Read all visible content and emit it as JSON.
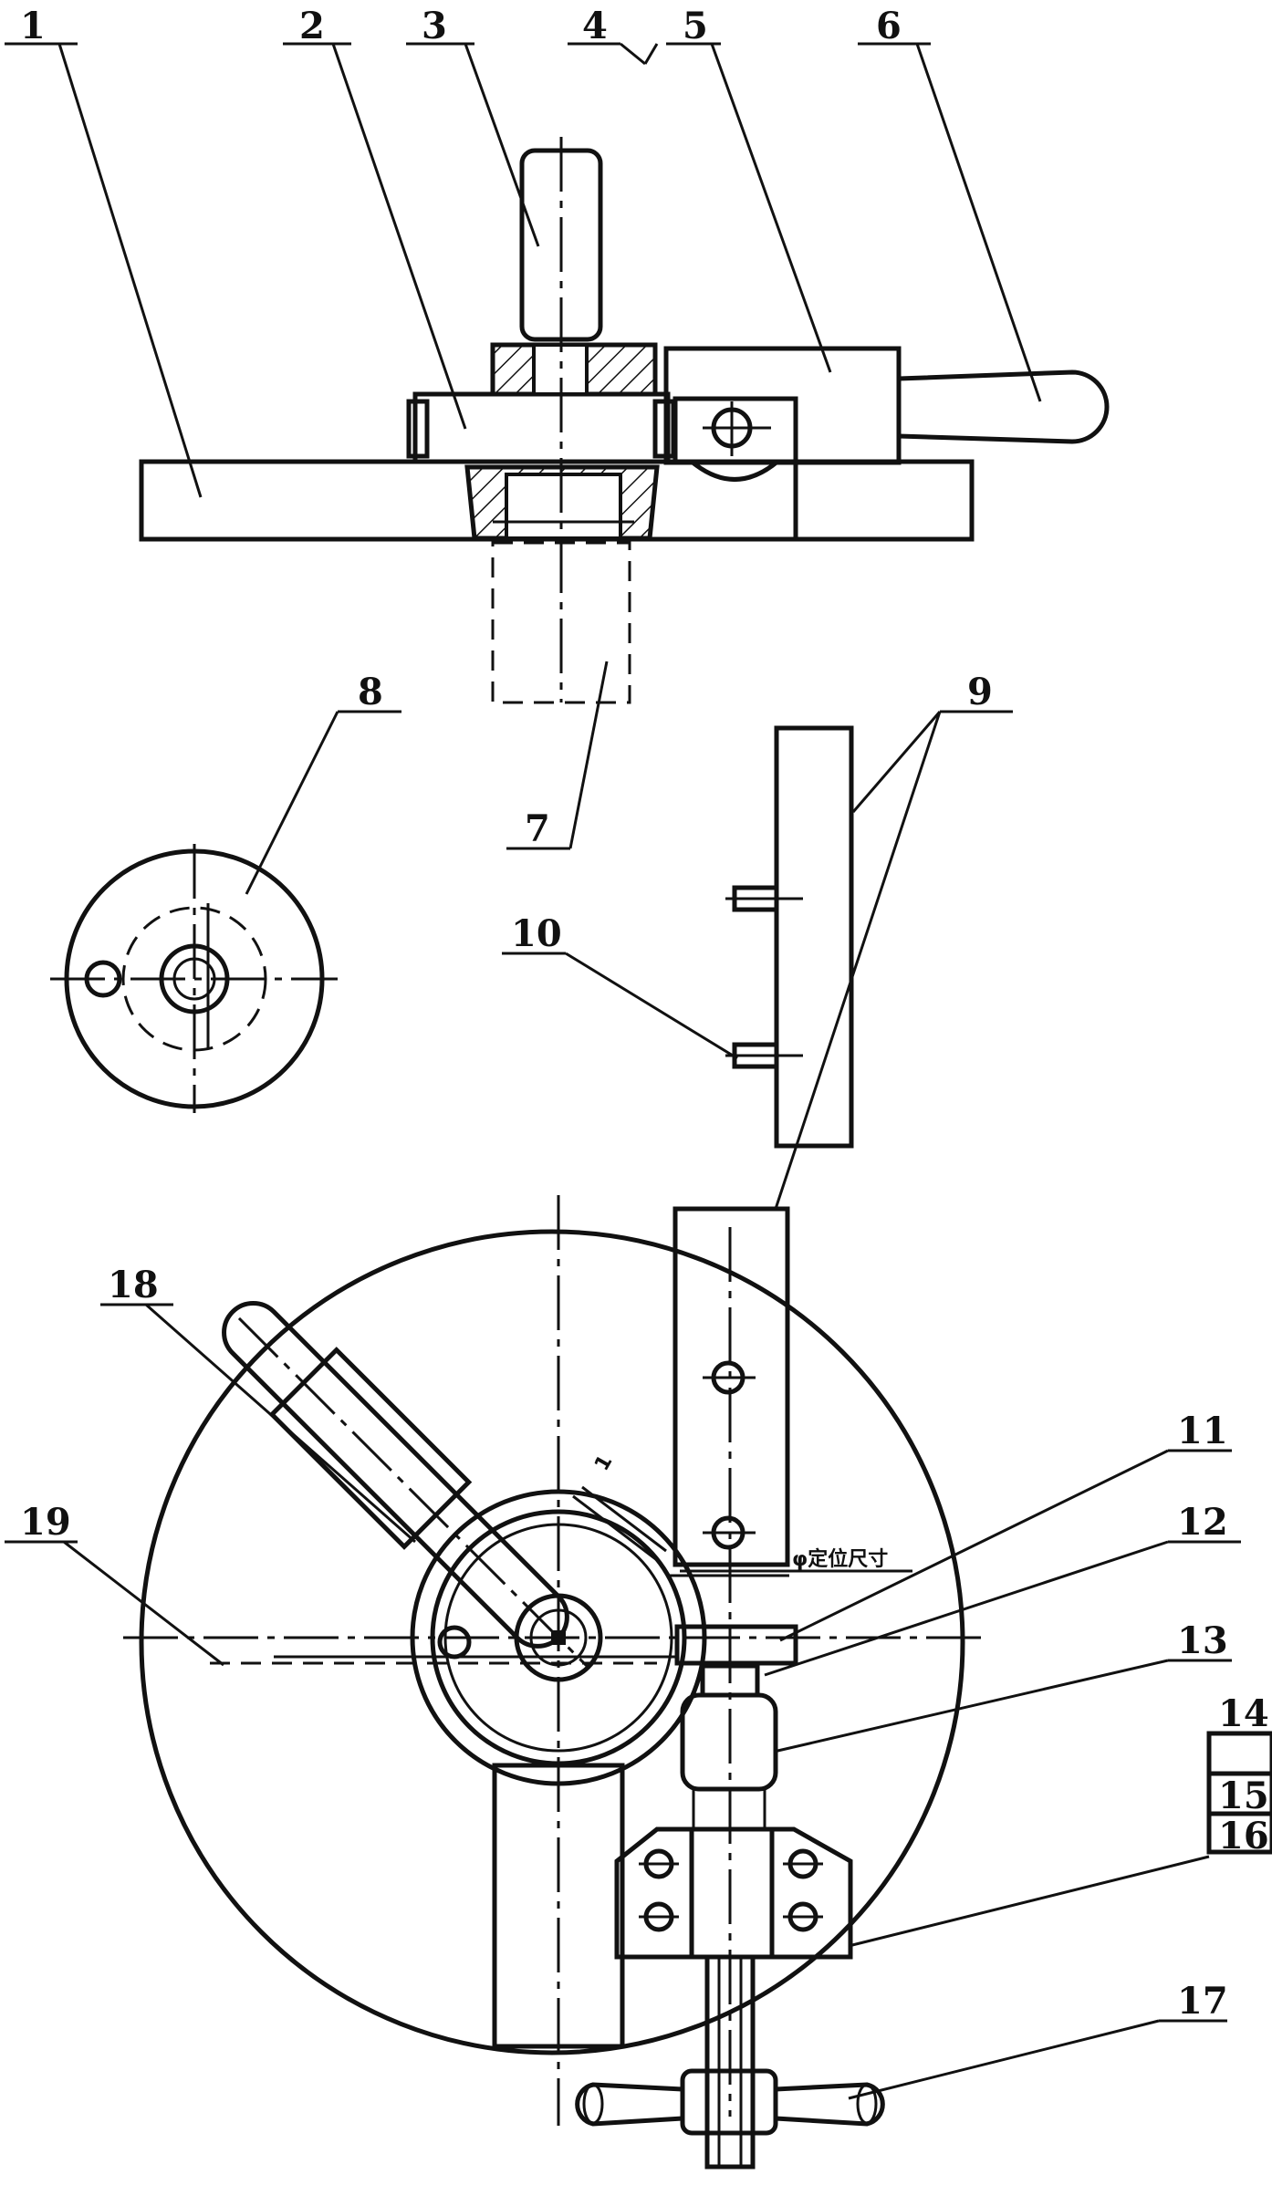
{
  "labels": {
    "l1": "1",
    "l2": "2",
    "l3": "3",
    "l4": "4",
    "l5": "5",
    "l6": "6",
    "l7": "7",
    "l8": "8",
    "l9": "9",
    "l10": "10",
    "l11": "11",
    "l12": "12",
    "l13": "13",
    "l14": "14",
    "l15": "15",
    "l16": "16",
    "l17": "17",
    "l18": "18",
    "l19": "19"
  },
  "annotations": {
    "dim_note": "φ定位尺寸",
    "dim_1": "1"
  }
}
